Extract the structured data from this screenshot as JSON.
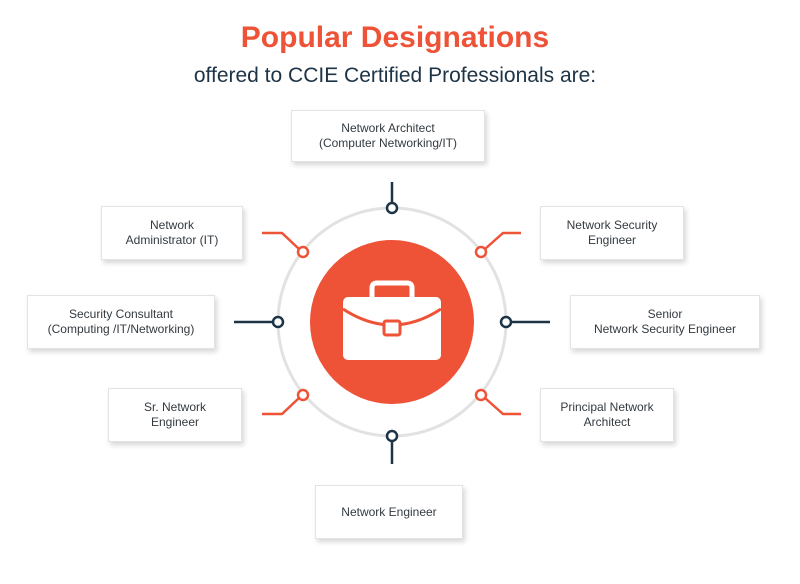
{
  "title": "Popular Designations",
  "subtitle": "offered to CCIE Certified Professionals are:",
  "center_icon": "briefcase-icon",
  "colors": {
    "accent": "#ee5237",
    "navy": "#1d3346",
    "ring": "#e2e2e2"
  },
  "designations": {
    "top": "Network Architect\n(Computer Networking/IT)",
    "upper_left": "Network\nAdministrator (IT)",
    "upper_right": "Network Security\nEngineer",
    "left": "Security Consultant\n(Computing /IT/Networking)",
    "right": "Senior\nNetwork Security Engineer",
    "lower_left": "Sr. Network\nEngineer",
    "lower_right": "Principal Network\nArchitect",
    "bottom": "Network Engineer"
  }
}
